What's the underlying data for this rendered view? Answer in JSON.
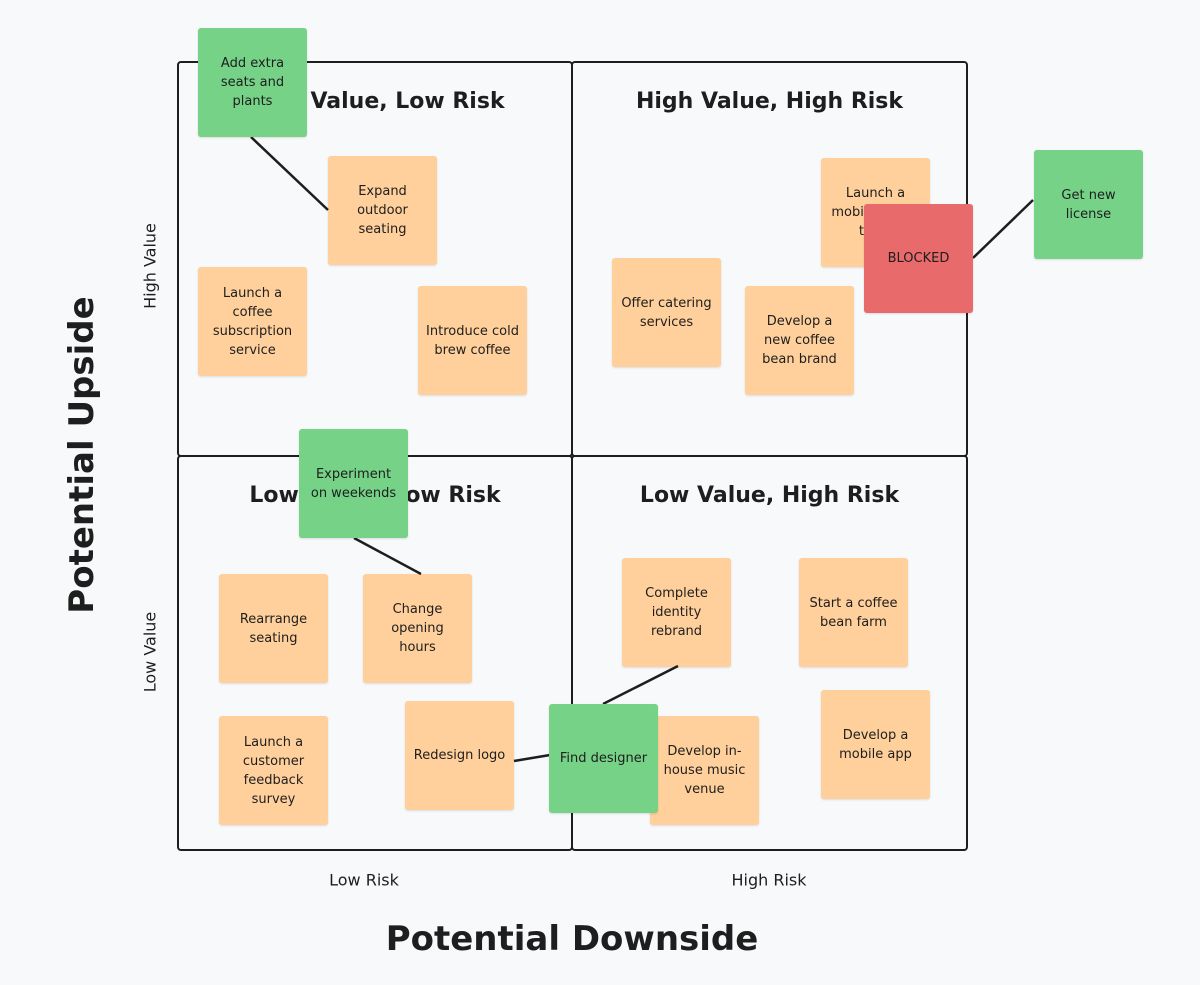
{
  "axes": {
    "y_title": "Potential Upside",
    "x_title": "Potential Downside",
    "y_high": "High Value",
    "y_low": "Low Value",
    "x_low": "Low Risk",
    "x_high": "High Risk"
  },
  "quadrants": {
    "top_left": "High Value, Low Risk",
    "top_right": "High Value, High Risk",
    "bottom_left": "Low Value, Low Risk",
    "bottom_right": "Low Value, High Risk"
  },
  "notes": {
    "expand_outdoor_seating": "Expand outdoor seating",
    "launch_coffee_subscription": "Launch a coffee subscription service",
    "introduce_cold_brew": "Introduce cold brew coffee",
    "launch_mobile_coffee": "Launch a mobile coffee truck",
    "offer_catering": "Offer catering services",
    "develop_bean_brand": "Develop a new coffee bean brand",
    "rearrange_seating": "Rearrange seating",
    "change_opening_hours": "Change opening hours",
    "launch_feedback_survey": "Launch a customer feedback survey",
    "redesign_logo": "Redesign logo",
    "complete_identity_rebrand": "Complete identity rebrand",
    "start_bean_farm": "Start a coffee bean farm",
    "develop_music_venue": "Develop in-house music venue",
    "develop_mobile_app": "Develop a mobile app"
  },
  "dependencies": {
    "add_extra_seats": "Add extra seats and plants",
    "get_new_license": "Get new license",
    "blocked": "BLOCKED",
    "experiment_weekends": "Experiment on weekends",
    "find_designer": "Find designer"
  },
  "colors": {
    "task": "#ffd09b",
    "dependency": "#75d287",
    "blocked": "#e96a6b",
    "border": "#1e1e1e",
    "background": "#f8f9fb"
  }
}
